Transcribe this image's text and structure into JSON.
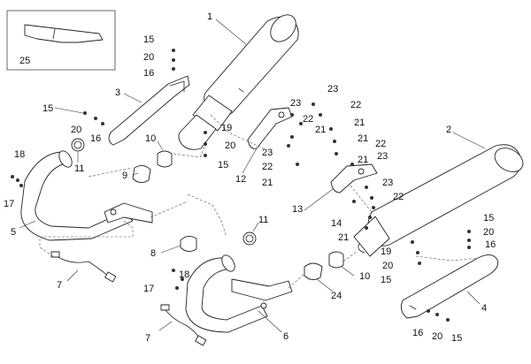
{
  "labels": {
    "l1": "1",
    "l2": "2",
    "l3": "3",
    "l4": "4",
    "l5": "5",
    "l6": "6",
    "l7a": "7",
    "l7b": "7",
    "l8": "8",
    "l9": "9",
    "l10a": "10",
    "l10b": "10",
    "l11a": "11",
    "l11b": "11",
    "l12": "12",
    "l13": "13",
    "l14": "14",
    "l15a": "15",
    "l15b": "15",
    "l15c": "15",
    "l15d": "15",
    "l15e": "15",
    "l15f": "15",
    "l16a": "16",
    "l16b": "16",
    "l16c": "16",
    "l16d": "16",
    "l17a": "17",
    "l17b": "17",
    "l18a": "18",
    "l18b": "18",
    "l19a": "19",
    "l19b": "19",
    "l20a": "20",
    "l20b": "20",
    "l20c": "20",
    "l20d": "20",
    "l20e": "20",
    "l20f": "20",
    "l21a": "21",
    "l21b": "21",
    "l21c": "21",
    "l21d": "21",
    "l21e": "21",
    "l21f": "21",
    "l22a": "22",
    "l22b": "22",
    "l22c": "22",
    "l22d": "22",
    "l22e": "22",
    "l23a": "23",
    "l23b": "23",
    "l23c": "23",
    "l23d": "23",
    "l23e": "23",
    "l24": "24",
    "l25": "25"
  },
  "colors": {
    "line": "#222222",
    "background": "#ffffff"
  }
}
